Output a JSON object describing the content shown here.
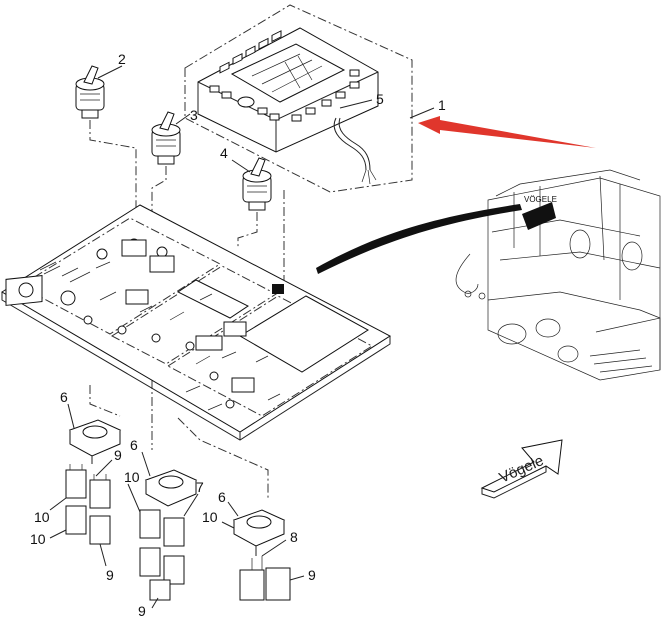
{
  "labels": {
    "l1": "1",
    "l2": "2",
    "l3": "3",
    "l4": "4",
    "l5": "5",
    "l6a": "6",
    "l6b": "6",
    "l6c": "6",
    "l7": "7",
    "l8": "8",
    "l9a": "9",
    "l9b": "9",
    "l9c": "9",
    "l9d": "9",
    "l10a": "10",
    "l10b": "10",
    "l10c": "10",
    "l10d": "10"
  },
  "brand": {
    "machine_label": "VÖGELE",
    "arrow_label": "Vögele"
  },
  "colors": {
    "callout_arrow": "#e0362c",
    "leader": "#111111",
    "line": "#222222"
  }
}
